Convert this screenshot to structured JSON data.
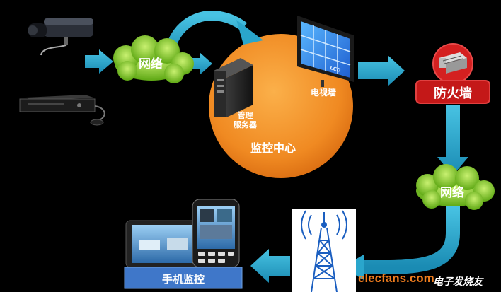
{
  "diagram": {
    "cloud_left_label": "网络",
    "cloud_right_label": "网络",
    "monitor_center_label": "监控中心",
    "server_label_line1": "管理",
    "server_label_line2": "服务器",
    "tv_wall_label": "电视墙",
    "lcd_mark": "LCD",
    "firewall_label": "防火墙",
    "mobile_label": "手机监控"
  },
  "watermark": {
    "site": "elecfans.com",
    "brand": "电子发烧友"
  },
  "colors": {
    "background": "#000000",
    "arrow": "#29a4c9",
    "cloud": "#7ac81f",
    "circle": "#f07d1e",
    "firewall": "#d01a1a",
    "mobile_bar": "#3f77c9",
    "tower": "#1a5ec0"
  }
}
